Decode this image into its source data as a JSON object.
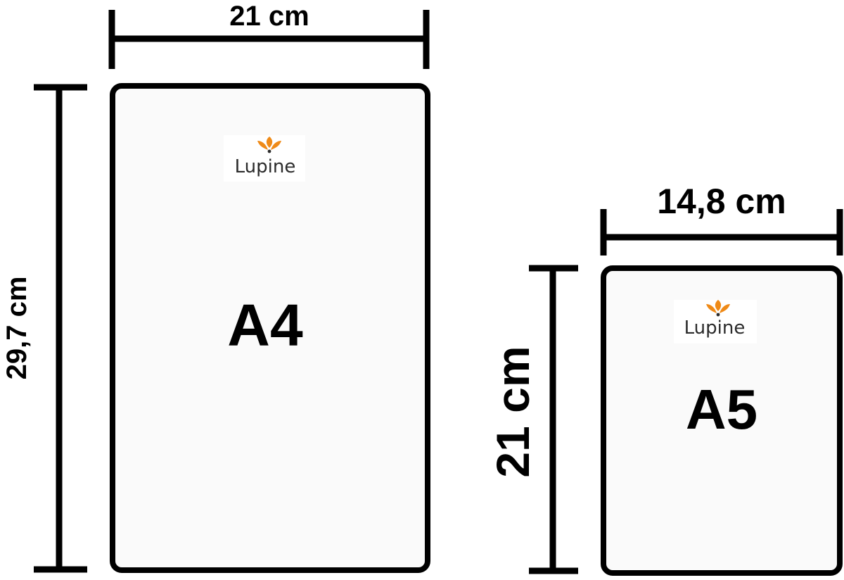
{
  "a4": {
    "width_label": "21 cm",
    "height_label": "29,7 cm",
    "size_label": "A4",
    "logo": {
      "brand_text": "Lupine",
      "icon": "lotus-flower-icon"
    }
  },
  "a5": {
    "width_label": "14,8 cm",
    "height_label": "21 cm",
    "size_label": "A5",
    "logo": {
      "brand_text": "Lupine",
      "icon": "lotus-flower-icon"
    }
  },
  "colors": {
    "line": "#000000",
    "sheet_fill": "#fafafa",
    "logo_accent": "#ef8a17",
    "logo_text": "#2b2b2b"
  }
}
